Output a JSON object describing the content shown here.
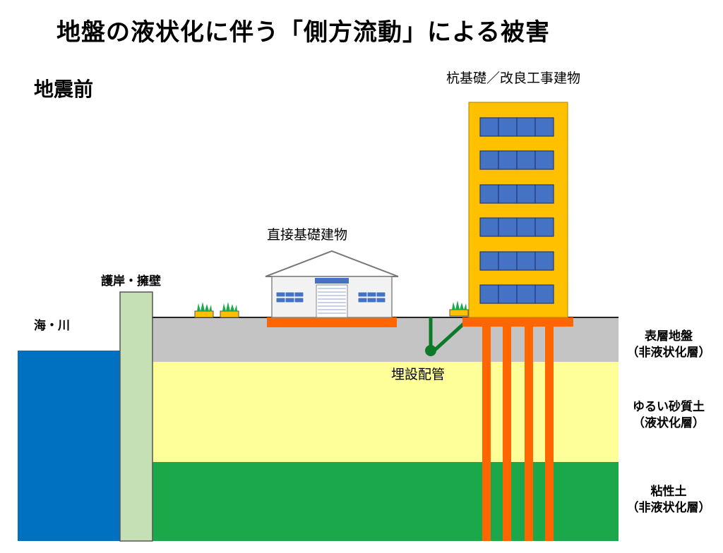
{
  "title": "地盤の液状化に伴う「側方流動」による被害",
  "stage": "地震前",
  "labels": {
    "pile_building": "杭基礎／改良工事建物",
    "direct_building": "直接基礎建物",
    "seawall": "護岸・擁壁",
    "sea": "海・川",
    "pipe": "埋設配管"
  },
  "layers": [
    {
      "line1": "表層地盤",
      "line2": "（非液状化層）",
      "color": "#c4c4c4"
    },
    {
      "line1": "ゆるい砂質土",
      "line2": "（液状化層）",
      "color": "#ffff99"
    },
    {
      "line1": "粘性土",
      "line2": "（非液状化層）",
      "color": "#1aa84a"
    }
  ],
  "colors": {
    "sea": "#0070c0",
    "seawall": "#c5e0b4",
    "building": "#ffc000",
    "window": "#4472c4",
    "pile": "#ff6600",
    "pipe": "#0d7a2a"
  }
}
